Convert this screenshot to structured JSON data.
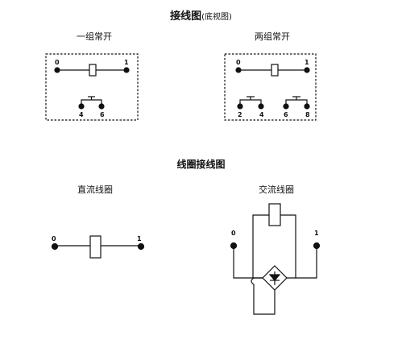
{
  "title": "接线图",
  "title_note": "(底视图)",
  "contact_diagrams": [
    {
      "label": "一组常开",
      "coil_pins": [
        "0",
        "1"
      ],
      "contact_pins": [
        "4",
        "6"
      ]
    },
    {
      "label": "两组常开",
      "coil_pins": [
        "0",
        "1"
      ],
      "contact_pins": [
        "2",
        "4",
        "6",
        "8"
      ]
    }
  ],
  "coil_title": "线圈接线图",
  "coil_diagrams": [
    {
      "label": "直流线圈",
      "pins": [
        "0",
        "1"
      ]
    },
    {
      "label": "交流线圈",
      "pins": [
        "0",
        "1"
      ]
    }
  ],
  "colors": {
    "line": "#111111",
    "background": "#ffffff"
  }
}
